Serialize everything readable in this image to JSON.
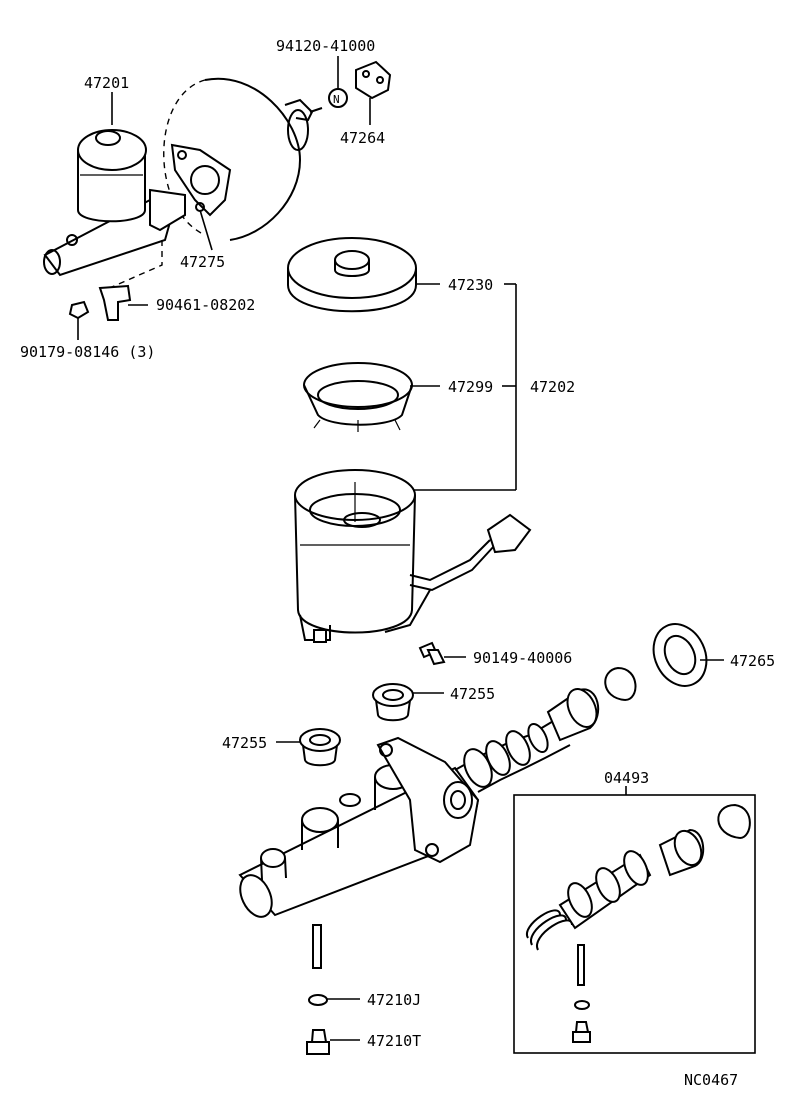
{
  "labels": {
    "p47201": "47201",
    "p94120": "94120-41000",
    "p47264": "47264",
    "p47275": "47275",
    "p90461": "90461-08202",
    "p90179": "90179-08146 (3)",
    "p47230": "47230",
    "p47299": "47299",
    "p47202": "47202",
    "p90149": "90149-40006",
    "p47265": "47265",
    "p47255a": "47255",
    "p47255b": "47255",
    "p04493": "04493",
    "p47210J": "47210J",
    "p47210T": "47210T",
    "drawing_code": "NC0467"
  },
  "symbols": {
    "new_part_mark": "N"
  }
}
